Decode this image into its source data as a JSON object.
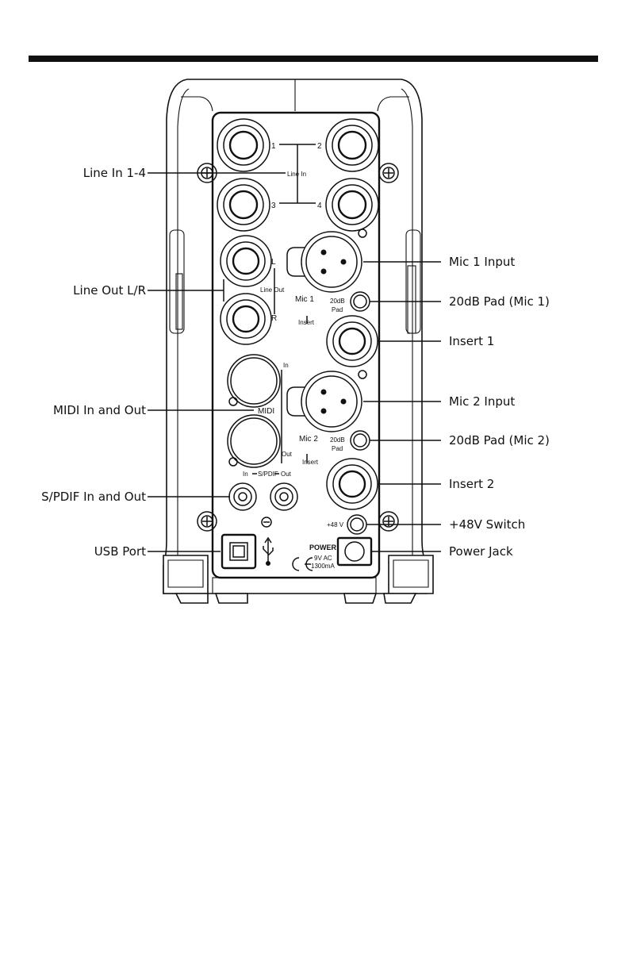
{
  "callouts": {
    "line_in": "Line In 1-4",
    "line_out": "Line Out L/R",
    "midi": "MIDI In and Out",
    "spdif": "S/PDIF In and Out",
    "usb": "USB Port",
    "mic1_input": "Mic 1 Input",
    "pad_mic1": "20dB Pad (Mic 1)",
    "insert1": "Insert 1",
    "mic2_input": "Mic 2 Input",
    "pad_mic2": "20dB Pad (Mic 2)",
    "insert2": "Insert 2",
    "phantom": "+48V Switch",
    "power_jack": "Power Jack"
  },
  "panel": {
    "n1": "1",
    "n2": "2",
    "n3": "3",
    "n4": "4",
    "line_in": "Line In",
    "L": "L",
    "R": "R",
    "line_out": "Line Out",
    "mic1": "Mic 1",
    "insert_a": "Insert",
    "pad_a1": "20dB",
    "pad_a2": "Pad",
    "midi_in": "In",
    "midi": "MIDI",
    "midi_out": "Out",
    "mic2": "Mic 2",
    "insert_b": "Insert",
    "pad_b1": "20dB",
    "pad_b2": "Pad",
    "spdif_in": "In",
    "spdif": "S/PDIF",
    "spdif_out": "Out",
    "v48": "+48 V",
    "power": "POWER",
    "ac": "9V AC",
    "ma": "1300mA",
    "ce": "CE"
  }
}
